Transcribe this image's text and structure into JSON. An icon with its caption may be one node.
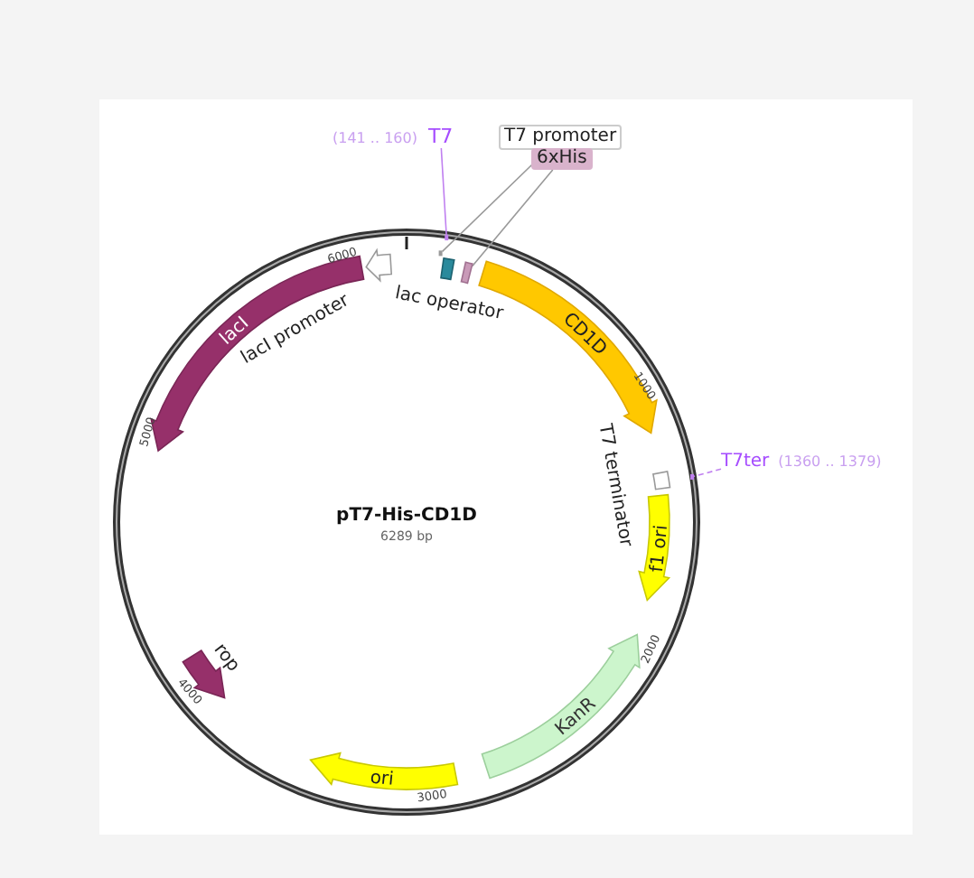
{
  "diagram": {
    "title": "pT7-His-CD1D",
    "nodes": [
      {
        "text": [
          "lacI"
        ]
      },
      {
        "text": [
          "lacI promoter"
        ]
      },
      {
        "text": [
          "lac operator"
        ]
      },
      {
        "text": [
          "CD1D"
        ]
      },
      {
        "text": [
          "T7 terminator"
        ]
      },
      {
        "text": [
          "f1 ori"
        ]
      },
      {
        "text": [
          "KanR"
        ]
      },
      {
        "text": [
          "ori"
        ]
      },
      {
        "text": [
          "rop"
        ]
      },
      {
        "text": [
          "T7"
        ],
        "beside": [
          "(141 .. 160)"
        ]
      },
      {
        "text": [],
        "shape": "bar"
      },
      {
        "text": [
          "T7 promoter"
        ]
      },
      {
        "text": [],
        "shape": "bar"
      },
      {
        "text": [
          "6xHis"
        ]
      },
      {
        "text": [],
        "shape": "box"
      },
      {
        "text": [
          "T7ter"
        ],
        "beside": [
          "(1360 .. 1379)"
        ]
      },
      {
        "text": [],
        "shape": "bar"
      }
    ],
    "edges": [
      {
        "from": 9,
        "to": 10,
        "arrow": "none",
        "color": "#c080f0"
      },
      {
        "from": 11,
        "to": 12,
        "arrow": "none"
      },
      {
        "from": 13,
        "to": 14,
        "arrow": "none"
      },
      {
        "from": 15,
        "to": 16,
        "arrow": "none",
        "style": "dashed",
        "color": "#c080f0"
      }
    ],
    "labels": [
      "6289 bp",
      "6000",
      "1000",
      "2000",
      "3000",
      "4000",
      "5000"
    ]
  }
}
